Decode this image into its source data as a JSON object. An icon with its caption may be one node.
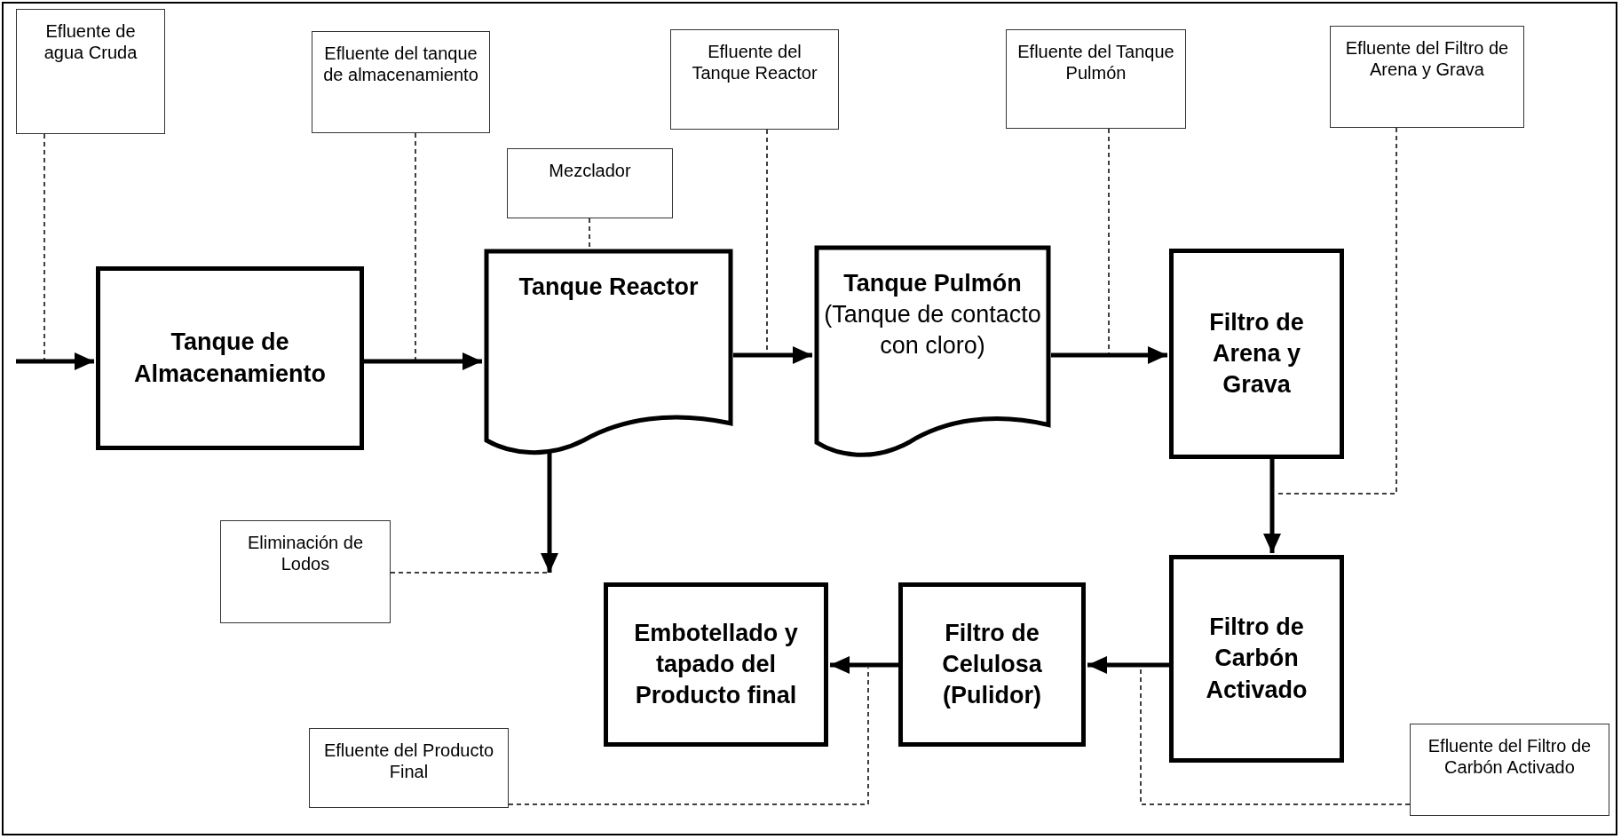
{
  "diagram": {
    "nodes": [
      {
        "text": [
          "Efluente de agua Cruda"
        ]
      },
      {
        "text": [
          "Efluente del tanque de almacenamiento"
        ]
      },
      {
        "text": [
          "Efluente del Tanque Reactor"
        ]
      },
      {
        "text": [
          "Efluente del Tanque Pulmón"
        ]
      },
      {
        "text": [
          "Efluente del Filtro de Arena y Grava"
        ]
      },
      {
        "text": [
          "Mezclador"
        ]
      },
      {
        "text": [
          "Tanque de Almacenamiento"
        ]
      },
      {
        "text": [
          "Tanque Reactor"
        ]
      },
      {
        "text": [
          "Tanque Pulmón",
          "(Tanque de contacto con cloro)"
        ]
      },
      {
        "text": [
          "Filtro de Arena y Grava"
        ]
      },
      {
        "text": [
          "Eliminación de Lodos"
        ]
      },
      {
        "text": [
          "Embotellado y tapado del Producto final"
        ]
      },
      {
        "text": [
          "Filtro de Celulosa (Pulidor)"
        ]
      },
      {
        "text": [
          "Filtro de Carbón Activado"
        ]
      },
      {
        "text": [
          "Efluente del Producto Final"
        ]
      },
      {
        "text": [
          "Efluente del Filtro de Carbón Activado"
        ]
      }
    ],
    "edges": [
      {
        "from": null,
        "to": 6,
        "arrow": "to",
        "style": "thick"
      },
      {
        "from": 6,
        "to": 7,
        "arrow": "to",
        "style": "thick"
      },
      {
        "from": 7,
        "to": 8,
        "arrow": "to",
        "style": "thick"
      },
      {
        "from": 8,
        "to": 9,
        "arrow": "to",
        "style": "thick"
      },
      {
        "from": 9,
        "to": 13,
        "arrow": "to",
        "style": "thick"
      },
      {
        "from": 13,
        "to": 12,
        "arrow": "to",
        "style": "thick"
      },
      {
        "from": 12,
        "to": 11,
        "arrow": "to",
        "style": "thick"
      },
      {
        "from": 7,
        "to": null,
        "arrow": "to",
        "style": "thick"
      },
      {
        "from": 0,
        "to": null,
        "arrow": "none",
        "style": "dashed"
      },
      {
        "from": 1,
        "to": null,
        "arrow": "none",
        "style": "dashed"
      },
      {
        "from": 2,
        "to": null,
        "arrow": "none",
        "style": "dashed"
      },
      {
        "from": 3,
        "to": null,
        "arrow": "none",
        "style": "dashed"
      },
      {
        "from": 4,
        "to": null,
        "arrow": "none",
        "style": "dashed"
      },
      {
        "from": 5,
        "to": 7,
        "arrow": "none",
        "style": "dashed"
      },
      {
        "from": 10,
        "to": null,
        "arrow": "none",
        "style": "dashed"
      },
      {
        "from": 14,
        "to": null,
        "arrow": "none",
        "style": "dashed"
      },
      {
        "from": 15,
        "to": null,
        "arrow": "none",
        "style": "dashed"
      }
    ]
  }
}
